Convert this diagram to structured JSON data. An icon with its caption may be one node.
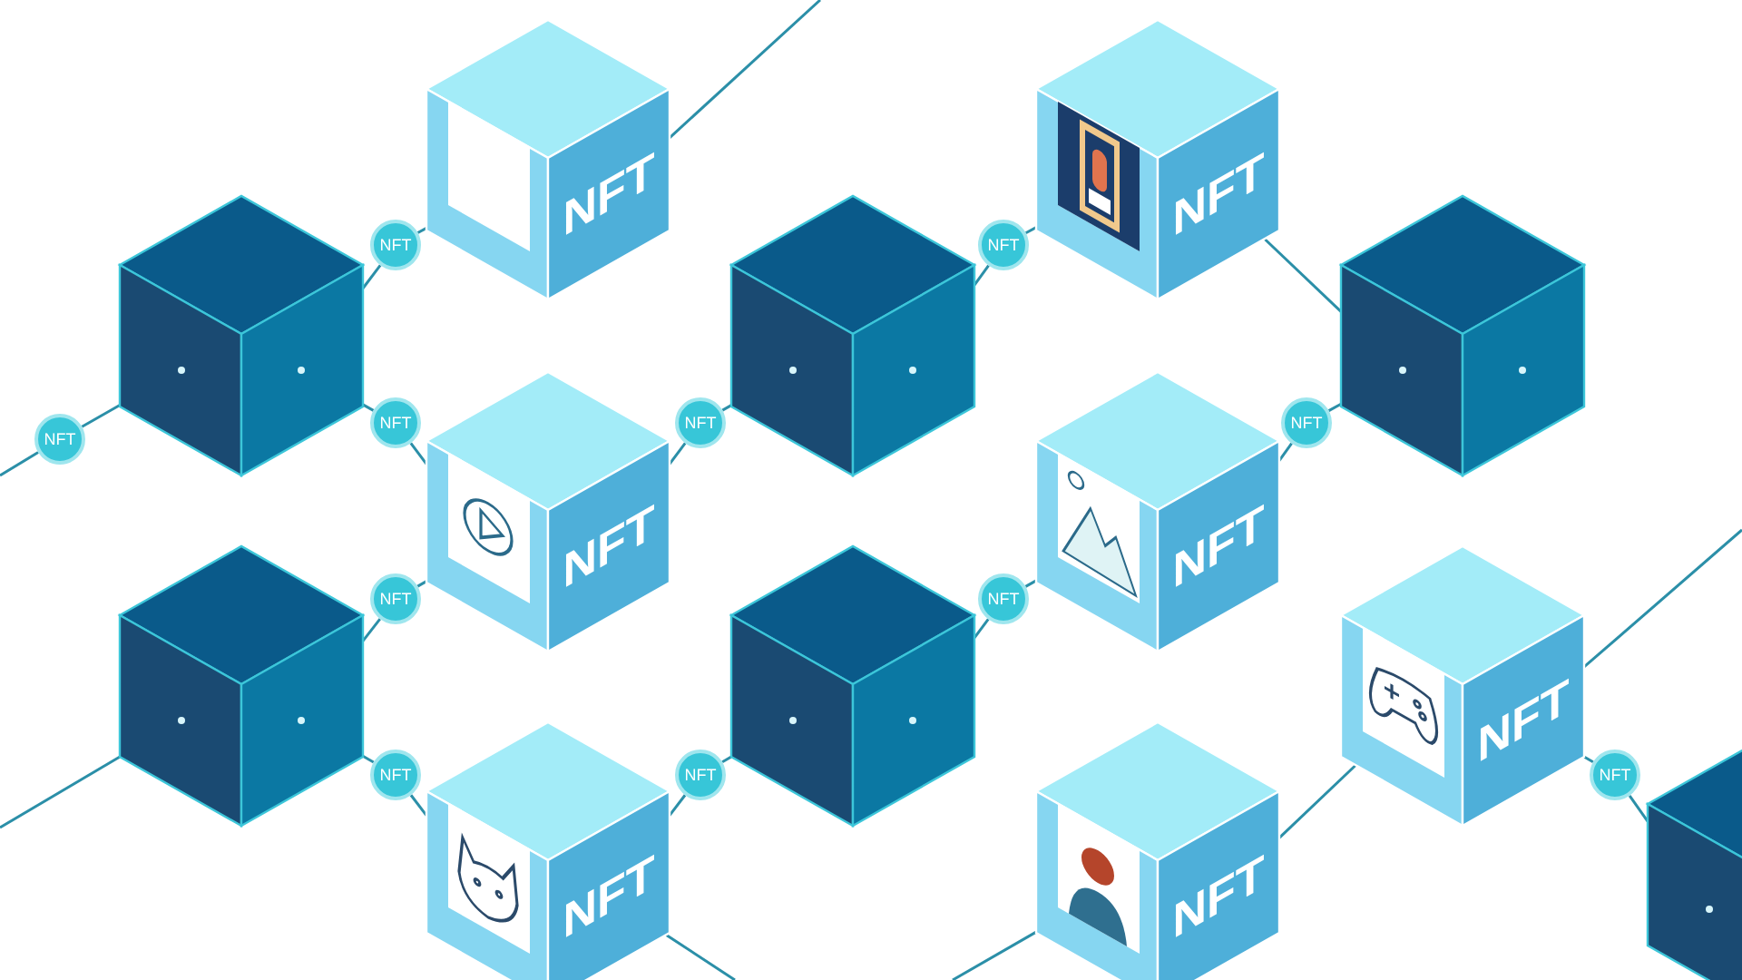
{
  "diagram": {
    "nodes": [
      {
        "text": [
          "NFT"
        ]
      },
      {
        "text": [
          "NFT"
        ]
      },
      {
        "text": [
          "NFT"
        ]
      },
      {
        "text": [
          "NFT"
        ]
      },
      {
        "text": [],
        "shape": "cube"
      },
      {
        "text": [],
        "shape": "cube"
      },
      {
        "text": [],
        "shape": "cube"
      },
      {
        "text": [
          "NFT"
        ]
      },
      {
        "text": [
          "NFT"
        ]
      },
      {
        "text": [
          "NFT"
        ]
      },
      {
        "text": [
          "NFT"
        ]
      },
      {
        "text": [
          "NFT"
        ]
      },
      {
        "text": [
          "NFT"
        ]
      },
      {
        "text": [
          "NFT"
        ]
      },
      {
        "text": [
          "NFT"
        ]
      },
      {
        "text": [],
        "shape": "cube"
      },
      {
        "text": [],
        "shape": "cube"
      },
      {
        "text": [
          "NFT"
        ]
      },
      {
        "text": [
          "NFT"
        ]
      },
      {
        "text": [
          "NFT"
        ]
      },
      {
        "text": [
          "NFT"
        ]
      },
      {
        "text": [],
        "shape": "cube"
      },
      {
        "text": [
          "NFT"
        ]
      },
      {
        "text": [
          "NFT"
        ]
      }
    ],
    "edges": [
      {
        "from": null,
        "to": 7,
        "arrow": "none"
      },
      {
        "from": 7,
        "to": 4,
        "arrow": "none"
      },
      {
        "from": 4,
        "to": 2,
        "arrow": "none"
      },
      {
        "from": 2,
        "to": 0,
        "arrow": "none"
      },
      {
        "from": 4,
        "to": 8,
        "arrow": "none"
      },
      {
        "from": 8,
        "to": 11,
        "arrow": "none"
      },
      {
        "from": 15,
        "to": 13,
        "arrow": "none"
      },
      {
        "from": 13,
        "to": 11,
        "arrow": "none"
      },
      {
        "from": 15,
        "to": 18,
        "arrow": "none"
      },
      {
        "from": 18,
        "to": 22,
        "arrow": "none"
      },
      {
        "from": 11,
        "to": 9,
        "arrow": "none"
      },
      {
        "from": 9,
        "to": 5,
        "arrow": "none"
      },
      {
        "from": 22,
        "to": 19,
        "arrow": "none"
      },
      {
        "from": 19,
        "to": 16,
        "arrow": "none"
      },
      {
        "from": 5,
        "to": 3,
        "arrow": "none"
      },
      {
        "from": 3,
        "to": 1,
        "arrow": "none"
      },
      {
        "from": 16,
        "to": 14,
        "arrow": "none"
      },
      {
        "from": 14,
        "to": 12,
        "arrow": "none"
      },
      {
        "from": 1,
        "to": 6,
        "arrow": "none"
      },
      {
        "from": 12,
        "to": 10,
        "arrow": "none"
      },
      {
        "from": 10,
        "to": 6,
        "arrow": "none"
      },
      {
        "from": 17,
        "to": 20,
        "arrow": "none"
      },
      {
        "from": 20,
        "to": 21,
        "arrow": "none"
      },
      {
        "from": 23,
        "to": 17,
        "arrow": "none"
      },
      {
        "from": 0,
        "to": null,
        "arrow": "none"
      },
      {
        "from": null,
        "to": 15,
        "arrow": "none"
      },
      {
        "from": 17,
        "to": null,
        "arrow": "none"
      },
      {
        "from": 22,
        "to": null,
        "arrow": "none"
      },
      {
        "from": null,
        "to": 23,
        "arrow": "none"
      }
    ]
  }
}
